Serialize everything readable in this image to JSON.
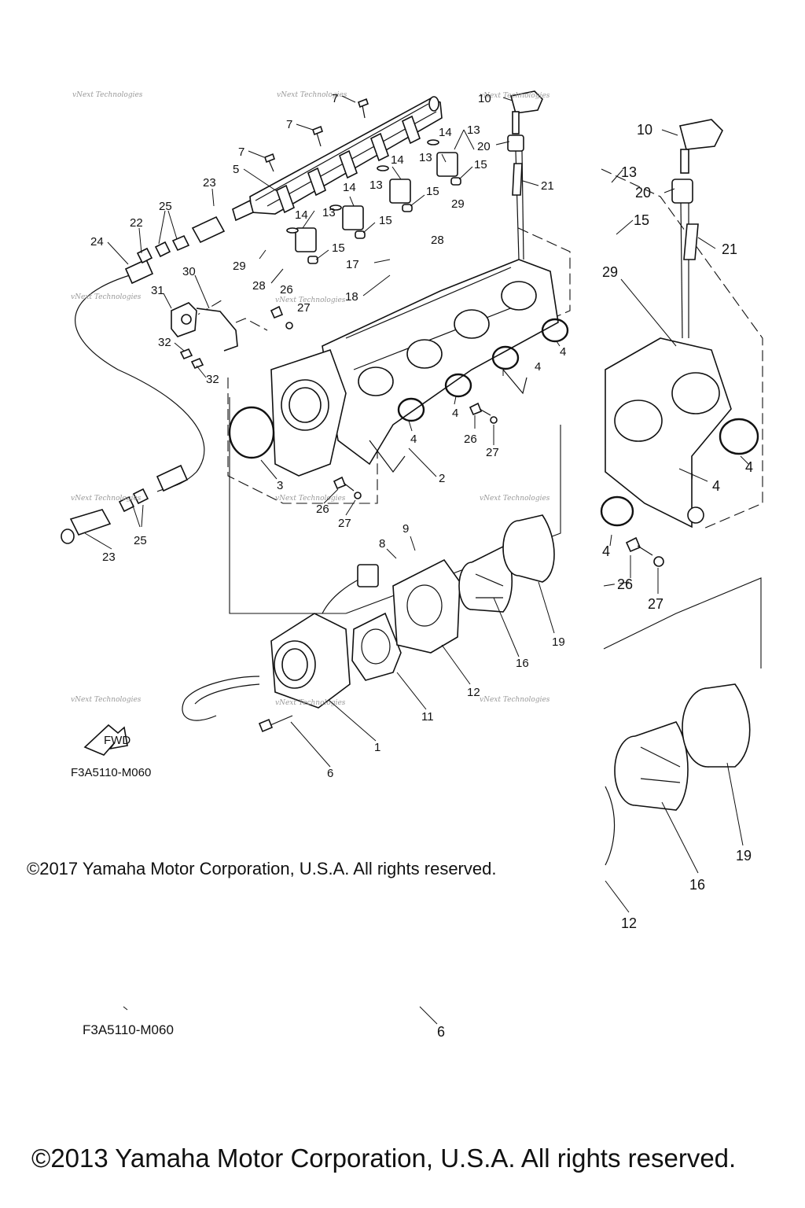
{
  "copyright_primary": "©2017 Yamaha Motor Corporation, U.S.A. All rights reserved.",
  "copyright_secondary": "©2013 Yamaha Motor Corporation, U.S.A. All rights reserved.",
  "diagram_code": "F3A5110-M060",
  "fwd_arrow_label": "FWD",
  "watermark_text": "vNext Technologies",
  "callouts": {
    "n1": "1",
    "n2": "2",
    "n3": "3",
    "n4": "4",
    "n5": "5",
    "n6": "6",
    "n7": "7",
    "n8": "8",
    "n9": "9",
    "n10": "10",
    "n11": "11",
    "n12": "12",
    "n13": "13",
    "n14": "14",
    "n15": "15",
    "n16": "16",
    "n17": "17",
    "n18": "18",
    "n19": "19",
    "n20": "20",
    "n21": "21",
    "n22": "22",
    "n23": "23",
    "n24": "24",
    "n25": "25",
    "n26": "26",
    "n27": "27",
    "n28": "28",
    "n29": "29",
    "n30": "30",
    "n31": "31",
    "n32": "32"
  },
  "colors": {
    "ink": "#111111",
    "watermark": "#9a9a9a",
    "background": "#ffffff"
  }
}
